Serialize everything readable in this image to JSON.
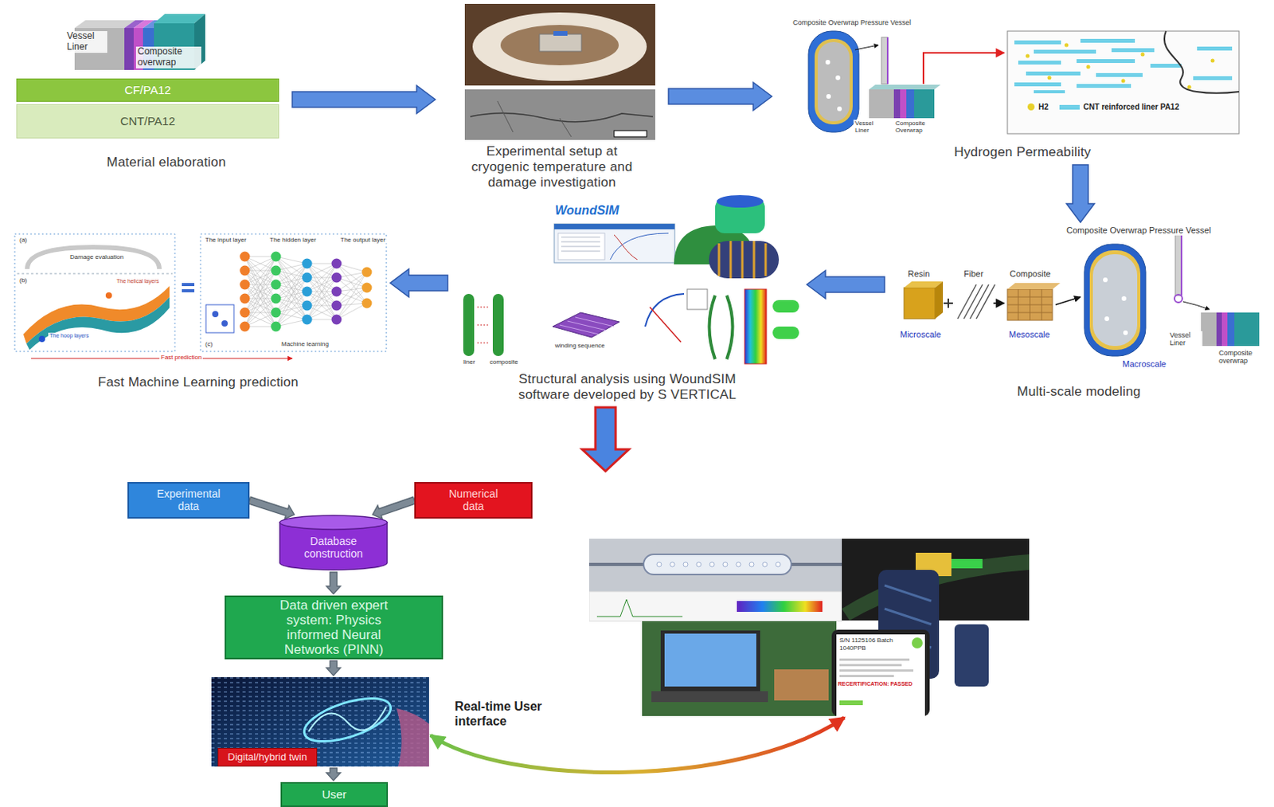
{
  "diagram": {
    "nodes": [
      {
        "text": [
          "Material elaboration"
        ]
      },
      {
        "text": [
          "CF/PA12"
        ],
        "in": 0
      },
      {
        "text": [
          "CNT/PA12"
        ],
        "in": 0
      },
      {
        "text": [
          "Experimental setup at cryogenic temperature and damage investigation"
        ]
      },
      {
        "text": [
          "Hydrogen Permeability"
        ]
      },
      {
        "text": [
          "Multi-scale modeling"
        ]
      },
      {
        "text": [
          "Structural analysis using WoundSIM software developed by S VERTICAL"
        ]
      },
      {
        "text": [
          "Fast Machine Learning prediction"
        ]
      },
      {
        "text": [
          "Experimental data"
        ]
      },
      {
        "text": [
          "Numerical data"
        ]
      },
      {
        "text": [
          "Database construction"
        ]
      },
      {
        "text": [
          "Data driven expert system: Physics informed Neural Networks (PINN)"
        ]
      },
      {
        "text": [
          "Digital/hybrid twin"
        ]
      },
      {
        "text": [
          "User"
        ]
      },
      {
        "text": [
          "S/N 1125106 Batch 1040PPB",
          "RECERTIFICATION: PASSED"
        ]
      }
    ],
    "edges": [
      {
        "from": 0,
        "to": 3,
        "arrow": "to"
      },
      {
        "from": 3,
        "to": 4,
        "arrow": "to"
      },
      {
        "from": 4,
        "to": 5,
        "arrow": "to"
      },
      {
        "from": 5,
        "to": 6,
        "arrow": "to"
      },
      {
        "from": 6,
        "to": 7,
        "arrow": "to"
      },
      {
        "from": 8,
        "to": 10,
        "arrow": "to"
      },
      {
        "from": 9,
        "to": 10,
        "arrow": "to"
      },
      {
        "from": 10,
        "to": 11,
        "arrow": "to"
      },
      {
        "from": 11,
        "to": 12,
        "arrow": "to"
      },
      {
        "from": 12,
        "to": 13,
        "arrow": "to"
      },
      {
        "from": 12,
        "to": 14,
        "label": "Real-time User interface",
        "arrow": "both"
      }
    ],
    "labels": [
      "Vessel Liner",
      "Composite overwrap",
      "Composite Overwrap Pressure Vessel",
      "Vessel Liner",
      "Composite Overwrap",
      "Composite Overwrap Pressure Vessel",
      "Resin",
      "Fiber",
      "Composite",
      "Microscale",
      "Mesoscale",
      "Macroscale",
      "Vessel Liner",
      "Composite overwrap",
      "WoundSIM",
      "liner",
      "composite",
      "winding sequence",
      "(a)",
      "Damage evaluation",
      "(b)",
      "The helical layers",
      "The hoop layers",
      "The input layer",
      "The hidden layer",
      "The output layer",
      "(c)",
      "Machine learning",
      "Fast prediction"
    ],
    "legend": [
      {
        "text": "H2",
        "color": "#e8d02a"
      },
      {
        "text": "CNT reinforced liner PA12",
        "color": "#6fd0e8"
      }
    ]
  }
}
